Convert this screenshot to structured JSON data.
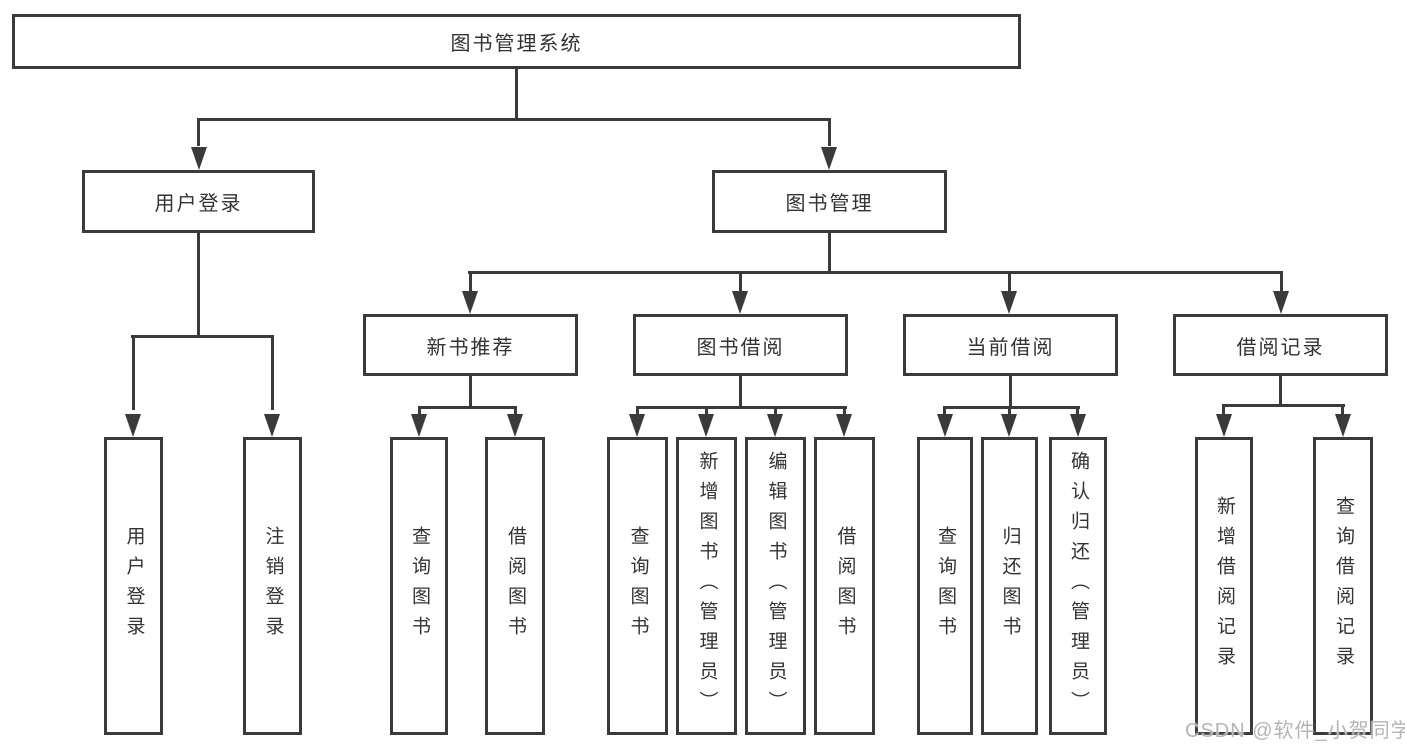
{
  "diagram": {
    "type": "hierarchy-tree",
    "title": "图书管理系统"
  },
  "tree": {
    "label": "图书管理系统",
    "children": [
      {
        "label": "用户登录",
        "children": [
          {
            "label": "用户登录"
          },
          {
            "label": "注销登录"
          }
        ]
      },
      {
        "label": "图书管理",
        "children": [
          {
            "label": "新书推荐",
            "children": [
              {
                "label": "查询图书"
              },
              {
                "label": "借阅图书"
              }
            ]
          },
          {
            "label": "图书借阅",
            "children": [
              {
                "label": "查询图书"
              },
              {
                "label": "新增图书（管理员）"
              },
              {
                "label": "编辑图书（管理员）"
              },
              {
                "label": "借阅图书"
              }
            ]
          },
          {
            "label": "当前借阅",
            "children": [
              {
                "label": "查询图书"
              },
              {
                "label": "归还图书"
              },
              {
                "label": "确认归还（管理员）"
              }
            ]
          },
          {
            "label": "借阅记录",
            "children": [
              {
                "label": "新增借阅记录"
              },
              {
                "label": "查询借阅记录"
              }
            ]
          }
        ]
      }
    ]
  },
  "watermark": {
    "text": "CSDN @软件_小贺同学"
  },
  "colors": {
    "line": "#3a3a3a",
    "text": "#333333",
    "box_background": "#ffffff",
    "page_background": "#ffffff",
    "watermark": "#b5b5b5"
  }
}
